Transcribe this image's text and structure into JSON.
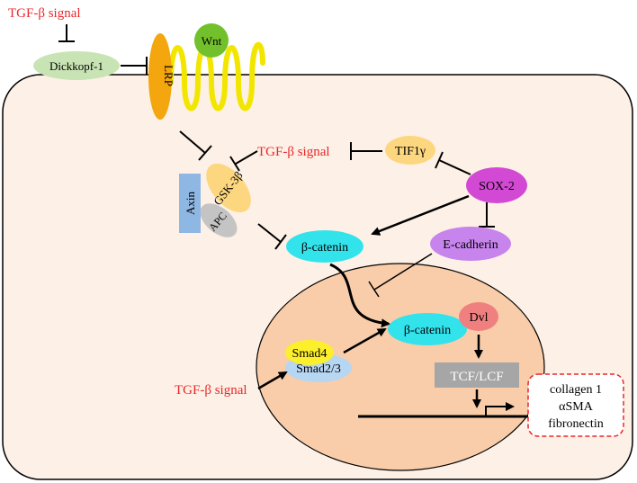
{
  "labels": {
    "tgf_top": "TGF-β signal",
    "dickkopf": "Dickkopf-1",
    "wnt": "Wnt",
    "lrp": "LRP",
    "tgf_mid": "TGF-β signal",
    "tif1g": "TIF1γ",
    "sox2": "SOX-2",
    "gsk3b": "GSK-3β",
    "axin": "Axin",
    "apc": "APC",
    "bcatenin_cyto": "β-catenin",
    "ecadherin": "E-cadherin",
    "bcatenin_nuc": "β-catenin",
    "dvl": "Dvl",
    "smad4": "Smad4",
    "smad23": "Smad2/3",
    "tcf_lcf": "TCF/LCF",
    "tgf_bottom": "TGF-β signal",
    "targets": [
      "collagen 1",
      "αSMA",
      "fibronectin"
    ]
  },
  "colors": {
    "signal_red": "#e8282b",
    "cell_fill": "#fdf0e6",
    "nucleus_fill": "#f9cda9",
    "dickkopf": "#c9e4b4",
    "wnt": "#72c02c",
    "lrp": "#f3a60d",
    "receptor": "#f2e600",
    "tif1g": "#fdd77f",
    "sox2": "#d24ad3",
    "gsk3b": "#fdd77f",
    "axin": "#8fb7e3",
    "apc": "#c4c4c4",
    "bcatenin": "#33e3ec",
    "ecadherin": "#c784ec",
    "dvl": "#f08080",
    "smad4": "#fcef2b",
    "smad23": "#b6d6f2",
    "tcf_lcf": "#a6a6a6"
  }
}
